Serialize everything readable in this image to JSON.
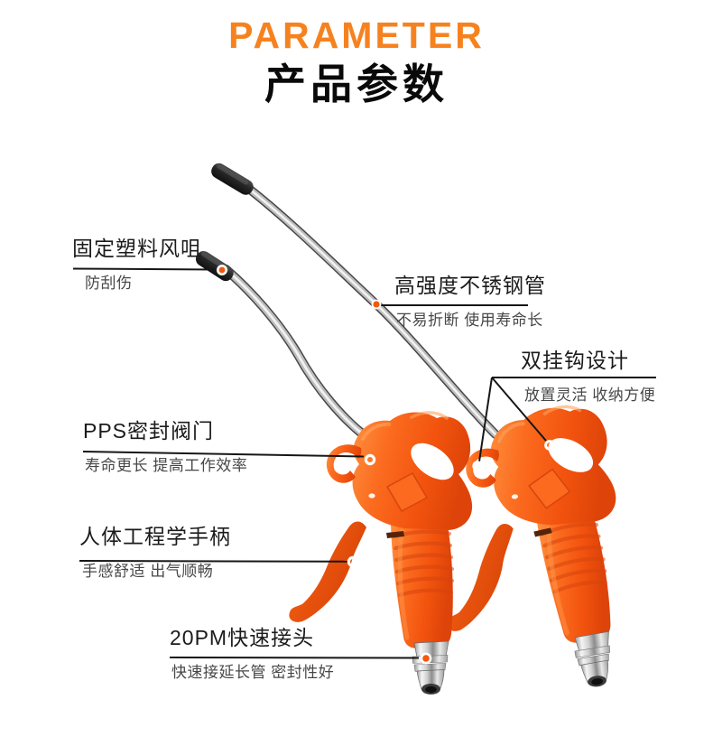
{
  "header": {
    "title_en": "PARAMETER",
    "title_zh": "产品参数"
  },
  "colors": {
    "accent_orange": "#f6821f",
    "gun_orange": "#f4591c",
    "gun_orange_dark": "#d8440e",
    "steel_gray": "#b9b9b9",
    "nozzle_tip_black": "#2c2c2c",
    "callout_line": "#161616",
    "title_text": "#1b1b1b",
    "subtitle_text": "#474747",
    "marker_orange": "#f4570e"
  },
  "callouts": [
    {
      "id": "nozzle",
      "title": "固定塑料风咀",
      "subtitle": "防刮伤"
    },
    {
      "id": "steel_tube",
      "title": "高强度不锈钢管",
      "subtitle": "不易折断 使用寿命长"
    },
    {
      "id": "double_hook",
      "title": "双挂钩设计",
      "subtitle": "放置灵活 收纳方便"
    },
    {
      "id": "valve",
      "title": "PPS密封阀门",
      "subtitle": "寿命更长 提高工作效率"
    },
    {
      "id": "handle",
      "title": "人体工程学手柄",
      "subtitle": "手感舒适 出气顺畅"
    },
    {
      "id": "connector",
      "title": "20PM快速接头",
      "subtitle": "快速接延长管 密封性好"
    }
  ]
}
